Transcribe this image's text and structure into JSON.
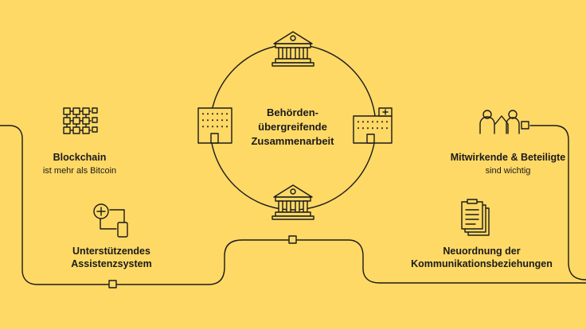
{
  "center": {
    "line1": "Behörden-",
    "line2": "übergreifende",
    "line3": "Zusammenarbeit"
  },
  "nodes": {
    "blockchain": {
      "title": "Blockchain",
      "subtitle": "ist mehr als Bitcoin",
      "icon": "blockchain-grid-icon"
    },
    "assistant": {
      "title1": "Unterstützendes",
      "title2": "Assistenzsystem",
      "icon": "assistant-device-icon"
    },
    "stakeholders": {
      "title": "Mitwirkende & Beteiligte",
      "subtitle": "sind wichtig",
      "icon": "people-icon"
    },
    "communication": {
      "title1": "Neuordnung der",
      "title2": "Kommunikationsbeziehungen",
      "icon": "clipboard-documents-icon"
    }
  },
  "colors": {
    "background": "#FFD966",
    "stroke": "#1a1a1a"
  }
}
